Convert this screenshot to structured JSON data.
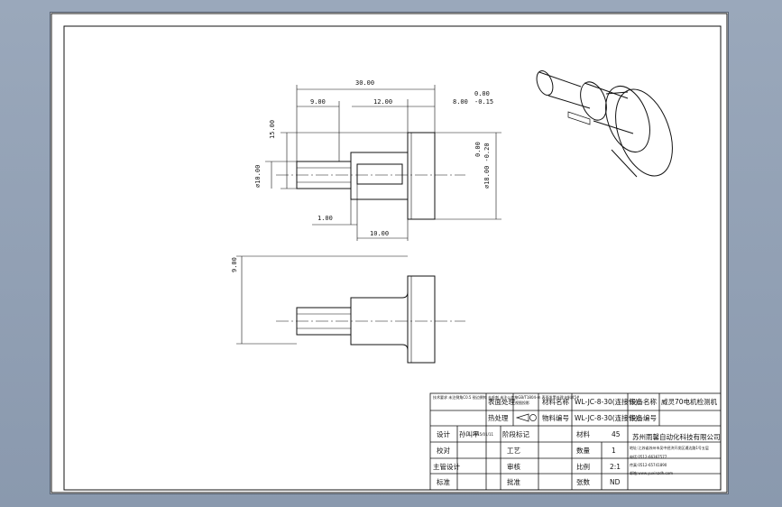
{
  "dimensions": {
    "overall_length": "30.00",
    "left_length": "9.00",
    "mid_length": "12.00",
    "head_thickness": "8.00",
    "head_tol_upper": "0.00",
    "head_tol_lower": "-0.15",
    "flat_height": "15.00",
    "shaft_diameter": "⌀10.00",
    "head_diameter": "⌀18.00 -0.20",
    "head_tol_zero": "0.00",
    "gap_1": "1.00",
    "offset_10": "10.00",
    "side_height": "9.00"
  },
  "title_block": {
    "surface_treatment": "表面处理",
    "heat_treatment": "热处理",
    "projection": "视图投影",
    "material_name_label": "材料名称",
    "material_code_label": "物料编号",
    "part_number": "WL-JC-8-30(连接件)",
    "part_number_2": "WL-JC-8-30(连接件)",
    "equipment_name_label": "设备名称",
    "equipment_code_label": "设备编号",
    "equipment_name": "威灵70电机检测机",
    "design_label": "设计",
    "review_label": "校对",
    "approve_label": "主管设计",
    "standard_label": "标准",
    "process_label": "工艺",
    "audit_label": "审核",
    "approval_label": "批准",
    "designer": "孙叫平",
    "date": "2015/01/11",
    "drawing_label": "阶段标记",
    "qty_label": "材料",
    "count_label": "数量",
    "scale_label": "比例",
    "sheet_label": "张数",
    "material_value": "45",
    "count_value": "1",
    "scale_value": "2:1",
    "sheet_value": "ND",
    "company": "苏州雨馨自动化科技有限公司",
    "address": "地址:江苏省苏州市吴中经济开发区通达路1号五层",
    "phone": "电话:0512-66367577",
    "fax": "传真:0512-65741890",
    "email": "邮箱:www.yuxinzdh.com",
    "notes": "技术要求 未注倒角C0.5 锐边倒钝 去毛刺 未注公差按GB/T1804-m 表面发黑处理 材料45#"
  }
}
